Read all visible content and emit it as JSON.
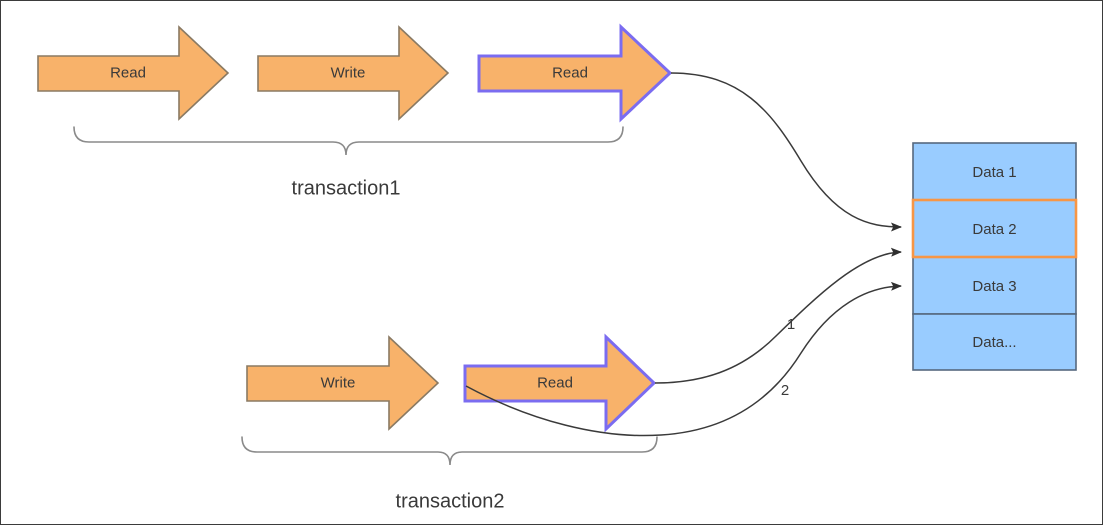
{
  "diagram": {
    "title": "transaction read-write diagram",
    "colors": {
      "arrow_fill": "#f8b26a",
      "arrow_stroke": "#8a7a63",
      "highlight_stroke": "#7b6cf0",
      "cell_fill": "#99ccff",
      "cell_stroke": "#56687e",
      "cell_highlight_stroke": "#f79646",
      "edge_stroke": "#3a3a3a",
      "brace_stroke": "#8a8a8a",
      "text": "#3a3a3a",
      "canvas_border": "#3b3b3b",
      "background": "#ffffff"
    },
    "transactions": [
      {
        "name": "transaction1",
        "label": "transaction1",
        "steps": [
          {
            "label": "Read",
            "highlighted": false
          },
          {
            "label": "Write",
            "highlighted": false
          },
          {
            "label": "Read",
            "highlighted": true
          }
        ]
      },
      {
        "name": "transaction2",
        "label": "transaction2",
        "steps": [
          {
            "label": "Write",
            "highlighted": false
          },
          {
            "label": "Read",
            "highlighted": true
          }
        ]
      }
    ],
    "datastore": {
      "name": "data-table",
      "cells": [
        {
          "label": "Data 1",
          "highlighted": false
        },
        {
          "label": "Data 2",
          "highlighted": true
        },
        {
          "label": "Data 3",
          "highlighted": false
        },
        {
          "label": "Data...",
          "highlighted": false
        }
      ]
    },
    "edges": [
      {
        "name": "edge-t1-read-to-data2",
        "label": ""
      },
      {
        "name": "edge-t2-read-to-data2",
        "label": "1"
      },
      {
        "name": "edge-t2-write-to-data3",
        "label": "2"
      }
    ]
  }
}
